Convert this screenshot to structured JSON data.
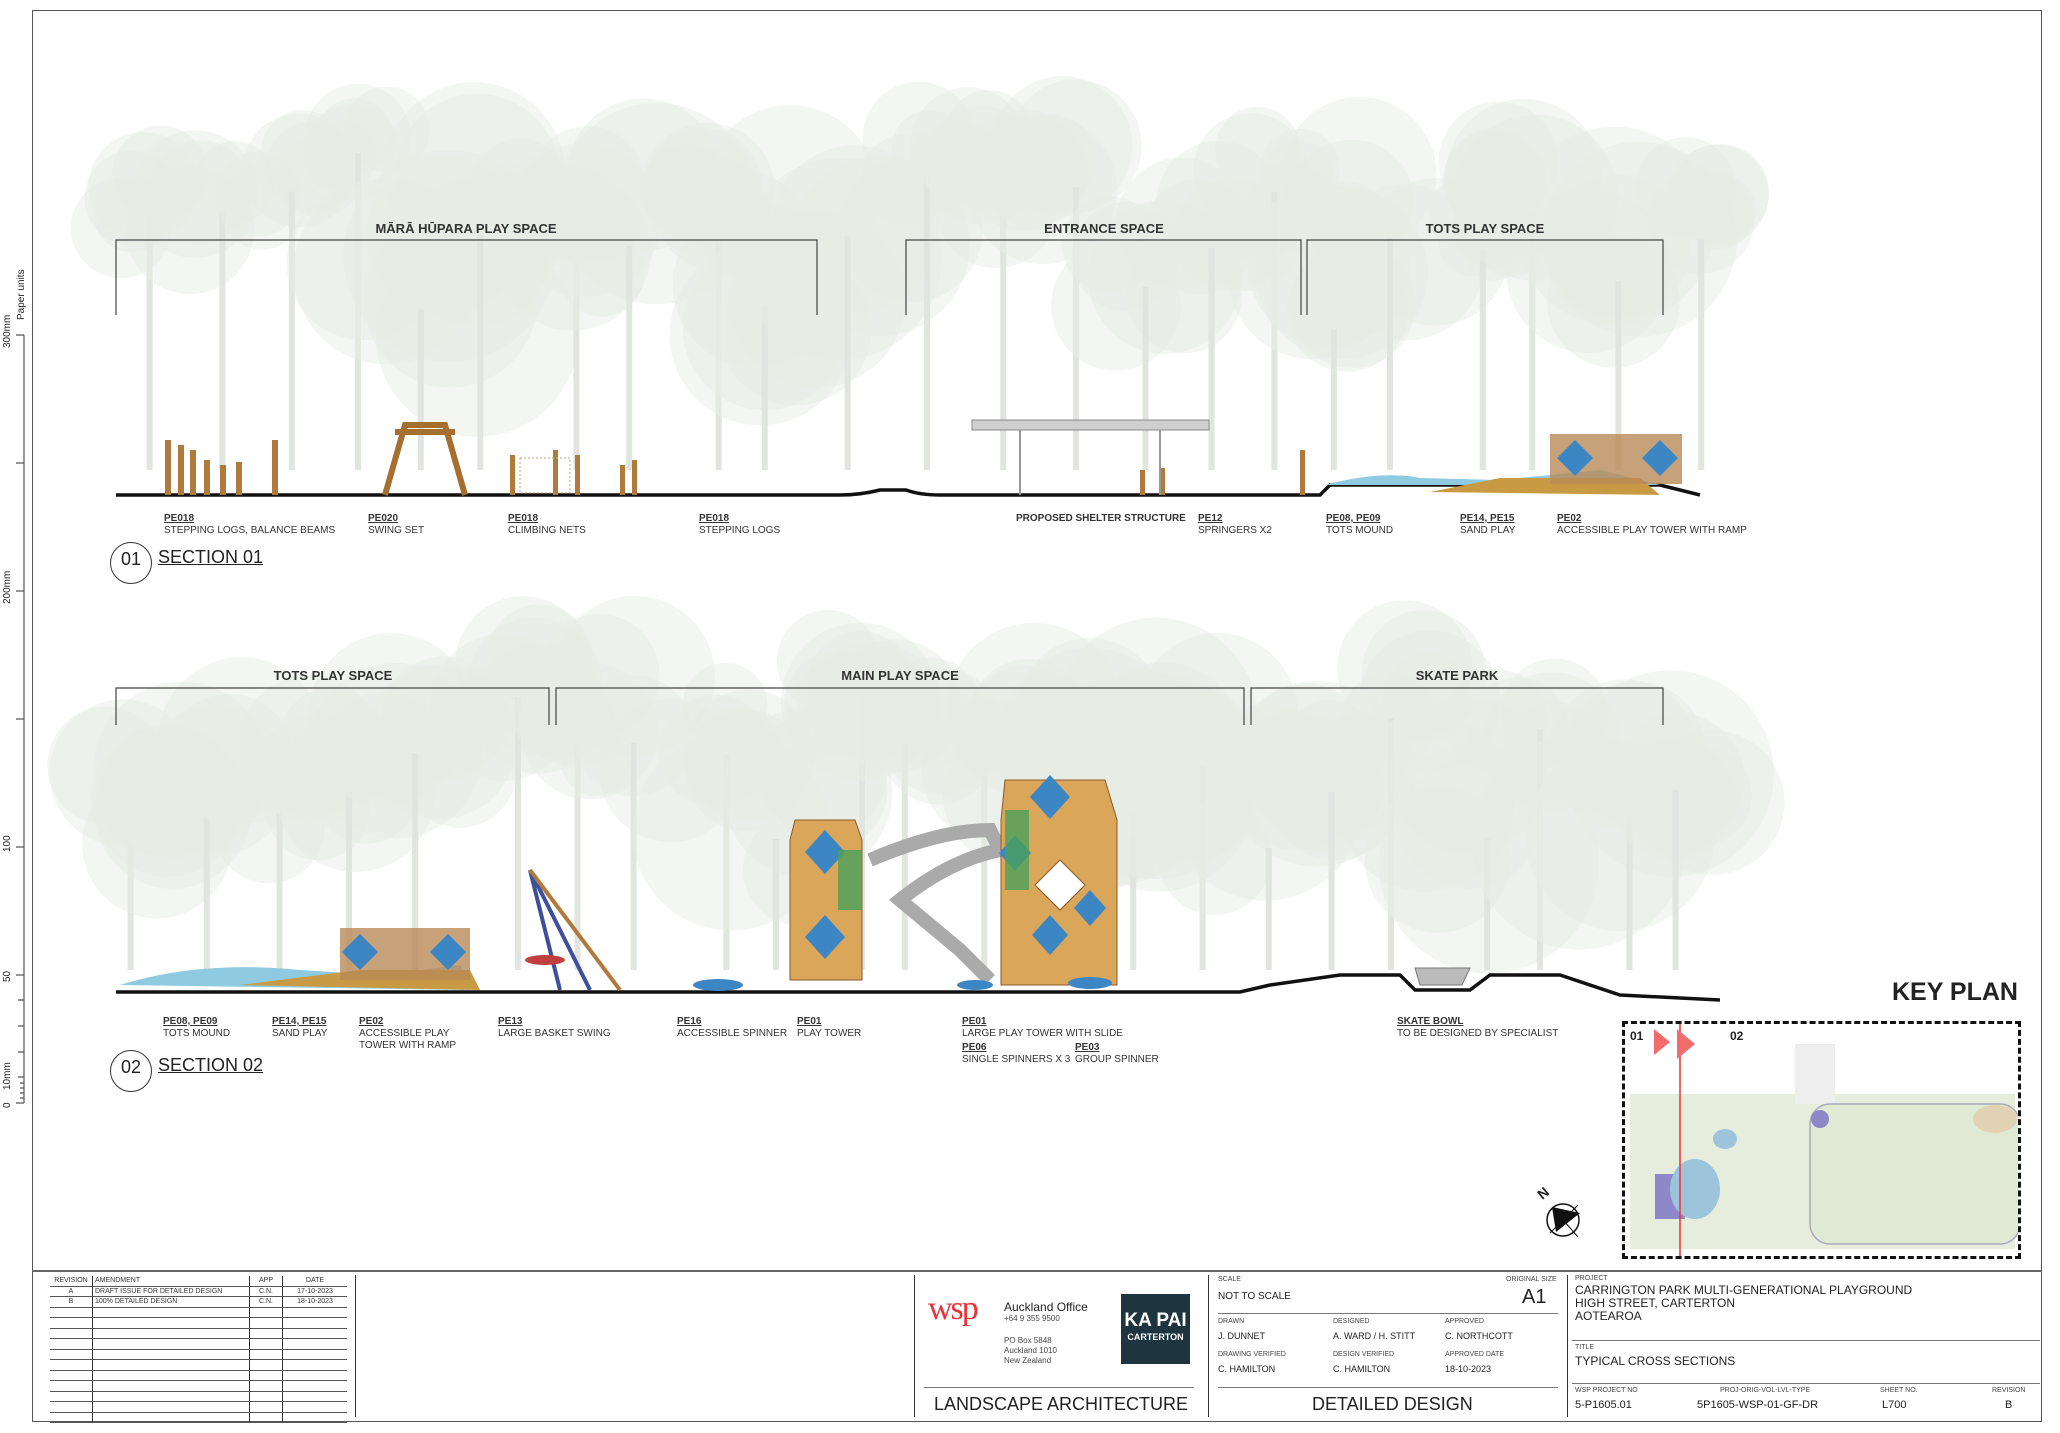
{
  "ruler": {
    "title": "Paper units",
    "ticks": [
      "300mm",
      "200mm",
      "100",
      "50",
      "10mm",
      "0"
    ]
  },
  "section01": {
    "number": "01",
    "title": "SECTION 01",
    "zones": [
      "MĀRĀ HŪPARA PLAY SPACE",
      "ENTRANCE SPACE",
      "TOTS PLAY SPACE"
    ],
    "labels": [
      {
        "code": "PE018",
        "desc": "STEPPING LOGS, BALANCE BEAMS"
      },
      {
        "code": "PE020",
        "desc": "SWING SET"
      },
      {
        "code": "PE018",
        "desc": "CLIMBING NETS"
      },
      {
        "code": "PE018",
        "desc": "STEPPING LOGS"
      },
      {
        "code": "",
        "desc": "PROPOSED SHELTER STRUCTURE"
      },
      {
        "code": "PE12",
        "desc": "SPRINGERS X2"
      },
      {
        "code": "PE08, PE09",
        "desc": "TOTS MOUND"
      },
      {
        "code": "PE14, PE15",
        "desc": "SAND PLAY"
      },
      {
        "code": "PE02",
        "desc": "ACCESSIBLE PLAY TOWER WITH RAMP"
      }
    ]
  },
  "section02": {
    "number": "02",
    "title": "SECTION 02",
    "zones": [
      "TOTS PLAY SPACE",
      "MAIN PLAY SPACE",
      "SKATE PARK"
    ],
    "labels": [
      {
        "code": "PE08, PE09",
        "desc": "TOTS MOUND"
      },
      {
        "code": "PE14, PE15",
        "desc": "SAND PLAY"
      },
      {
        "code": "PE02",
        "desc": "ACCESSIBLE PLAY",
        "desc2": "TOWER WITH RAMP"
      },
      {
        "code": "PE13",
        "desc": "LARGE BASKET SWING"
      },
      {
        "code": "PE16",
        "desc": "ACCESSIBLE SPINNER"
      },
      {
        "code": "PE01",
        "desc": "PLAY TOWER"
      },
      {
        "code": "PE01",
        "desc": "LARGE PLAY TOWER WITH SLIDE"
      },
      {
        "code": "PE06",
        "desc": "SINGLE SPINNERS X 3"
      },
      {
        "code": "PE03",
        "desc": "GROUP SPINNER"
      },
      {
        "code": "SKATE BOWL",
        "desc": "TO BE DESIGNED BY SPECIALIST"
      }
    ]
  },
  "keyplan": {
    "title": "KEY PLAN",
    "markers": [
      "01",
      "02"
    ],
    "north": "N"
  },
  "revisions": {
    "headers": [
      "REVISION",
      "AMENDMENT",
      "APP",
      "DATE"
    ],
    "rows": [
      [
        "A",
        "DRAFT ISSUE FOR DETAILED DESIGN",
        "C.N.",
        "17-10-2023"
      ],
      [
        "B",
        "100% DETAILED DESIGN",
        "C.N.",
        "18-10-2023"
      ]
    ]
  },
  "office": {
    "logo": "wsp",
    "name": "Auckland Office",
    "phone": "+64 9 355 9500",
    "address": [
      "PO Box 5848",
      "Auckland 1010",
      "New Zealand"
    ],
    "client_logo": [
      "KA PAI",
      "CARTERTON"
    ],
    "discipline": "LANDSCAPE ARCHITECTURE"
  },
  "drawing_info": {
    "scale_label": "SCALE",
    "scale": "NOT TO SCALE",
    "original_size_label": "ORIGINAL SIZE",
    "original_size": "A1",
    "drawn_label": "DRAWN",
    "drawn": "J. DUNNET",
    "designed_label": "DESIGNED",
    "designed": "A. WARD / H. STITT",
    "approved_label": "APPROVED",
    "approved": "C. NORTHCOTT",
    "drawing_verified_label": "DRAWING VERIFIED",
    "drawing_verified": "C. HAMILTON",
    "design_verified_label": "DESIGN VERIFIED",
    "design_verified": "C. HAMILTON",
    "approved_date_label": "APPROVED DATE",
    "approved_date": "18-10-2023",
    "stage": "DETAILED DESIGN"
  },
  "project": {
    "label": "PROJECT",
    "lines": [
      "CARRINGTON PARK MULTI-GENERATIONAL PLAYGROUND",
      "HIGH STREET, CARTERTON",
      "AOTEAROA"
    ],
    "title_label": "TITLE",
    "title": "TYPICAL CROSS SECTIONS",
    "project_no_label": "WSP PROJECT NO",
    "project_no": "5-P1605.01",
    "code_label": "PROJ-ORIG-VOL-LVL-TYPE",
    "code": "5P1605-WSP-01-GF-DR",
    "sheet_label": "SHEET NO.",
    "sheet": "L700",
    "revision_label": "REVISION",
    "revision": "B"
  }
}
